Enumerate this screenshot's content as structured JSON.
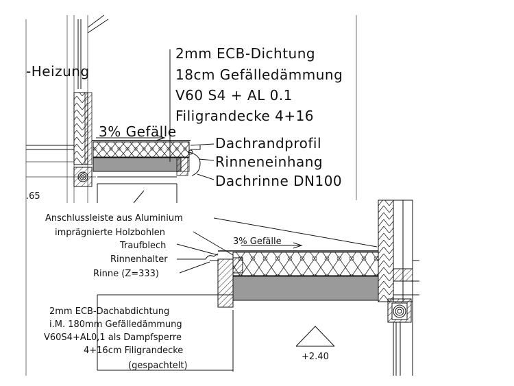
{
  "top_detail": {
    "heizung_label": "-Heizung",
    "layers": [
      "2mm ECB-Dichtung",
      "18cm Gefälledämmung",
      "V60 S4 + AL 0.1",
      "Filigrandecke 4+16"
    ],
    "slope": "3% Gefälle",
    "edge_items": [
      "Dachrandprofil",
      "Rinneneinhang",
      "Dachrinne DN100"
    ],
    "level": ".65"
  },
  "bottom_detail": {
    "left_labels": [
      "Anschlussleiste aus Aluminium",
      "imprägnierte Holzbohlen",
      "Traufblech",
      "Rinnenhalter",
      "Rinne (Z=333)"
    ],
    "slope": "3% Gefälle",
    "layers": [
      "2mm ECB-Dachabdichtung",
      "i.M. 180mm Gefälledämmung",
      "V60S4+AL0,1 als Dampfsperre",
      "4+16cm Filigrandecke",
      "(gespachtelt)"
    ],
    "level": "+2.40"
  },
  "colors": {
    "ink": "#111111",
    "concrete": "#9a9a9a",
    "paper": "#ffffff"
  }
}
